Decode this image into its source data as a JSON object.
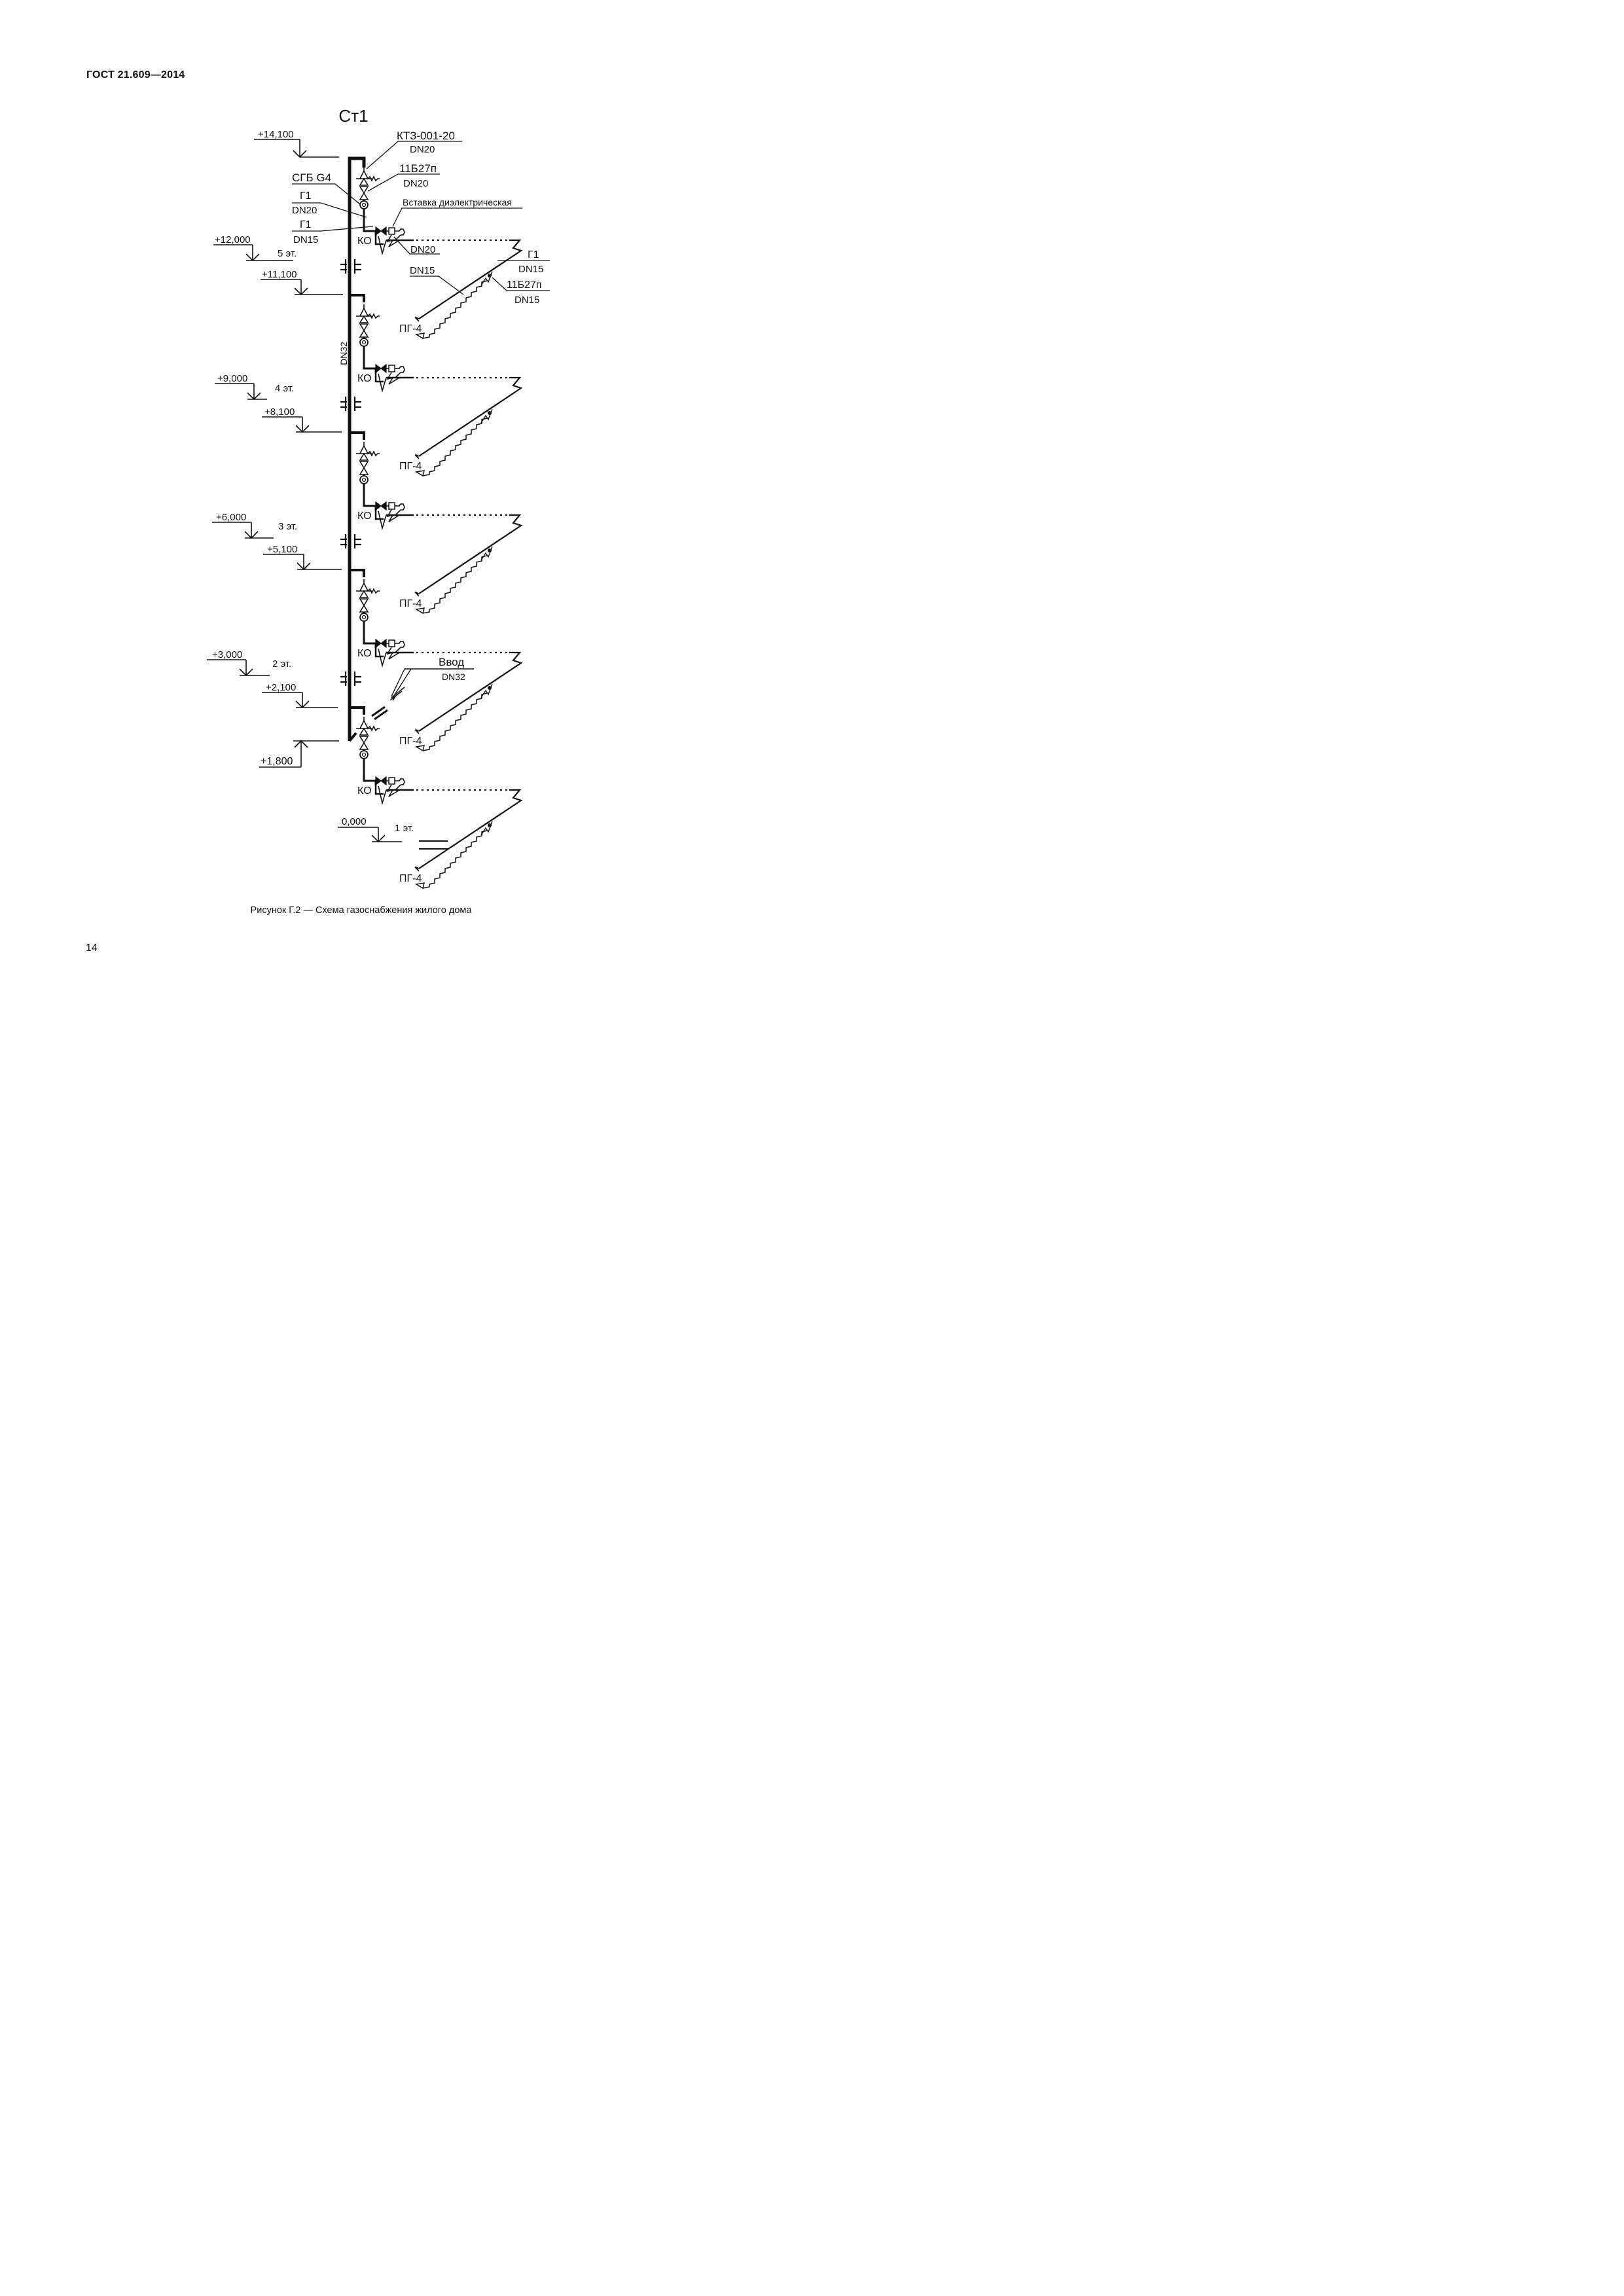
{
  "header": {
    "standard": "ГОСТ 21.609—2014"
  },
  "page_number": "14",
  "caption": "Рисунок Г.2 — Схема газоснабжения жилого дома",
  "figure": {
    "riser_label": "Ст1",
    "riser_pipe": "DN32",
    "elevations": [
      "+14,100",
      "+12,000",
      "+11,100",
      "+9,000",
      "+8,100",
      "+6,000",
      "+5,100",
      "+3,000",
      "+2,100",
      "+1,800",
      "0,000"
    ],
    "floors": [
      "5 эт.",
      "4 эт.",
      "3 эт.",
      "2 эт.",
      "1 эт."
    ],
    "callouts": {
      "valve_model": "КТЗ-001-20",
      "valve_dn": "DN20",
      "tap_model": "11Б27п",
      "tap_dn": "DN20",
      "meter": "СГБ G4",
      "pipe_g1_dn20_label": "Г1",
      "pipe_g1_dn20_dn": "DN20",
      "pipe_g1_dn15_label": "Г1",
      "pipe_g1_dn15_dn": "DN15",
      "insert": "Вставка диэлектрическая",
      "boiler_dn": "DN20",
      "branch_dn": "DN15",
      "right_g1_label": "Г1",
      "right_g1_dn": "DN15",
      "right_tap_model": "11Б27п",
      "right_tap_dn": "DN15",
      "inlet_label": "Ввод",
      "inlet_dn": "DN32"
    },
    "boiler_label": "КО",
    "stove_label": "ПГ-4"
  }
}
